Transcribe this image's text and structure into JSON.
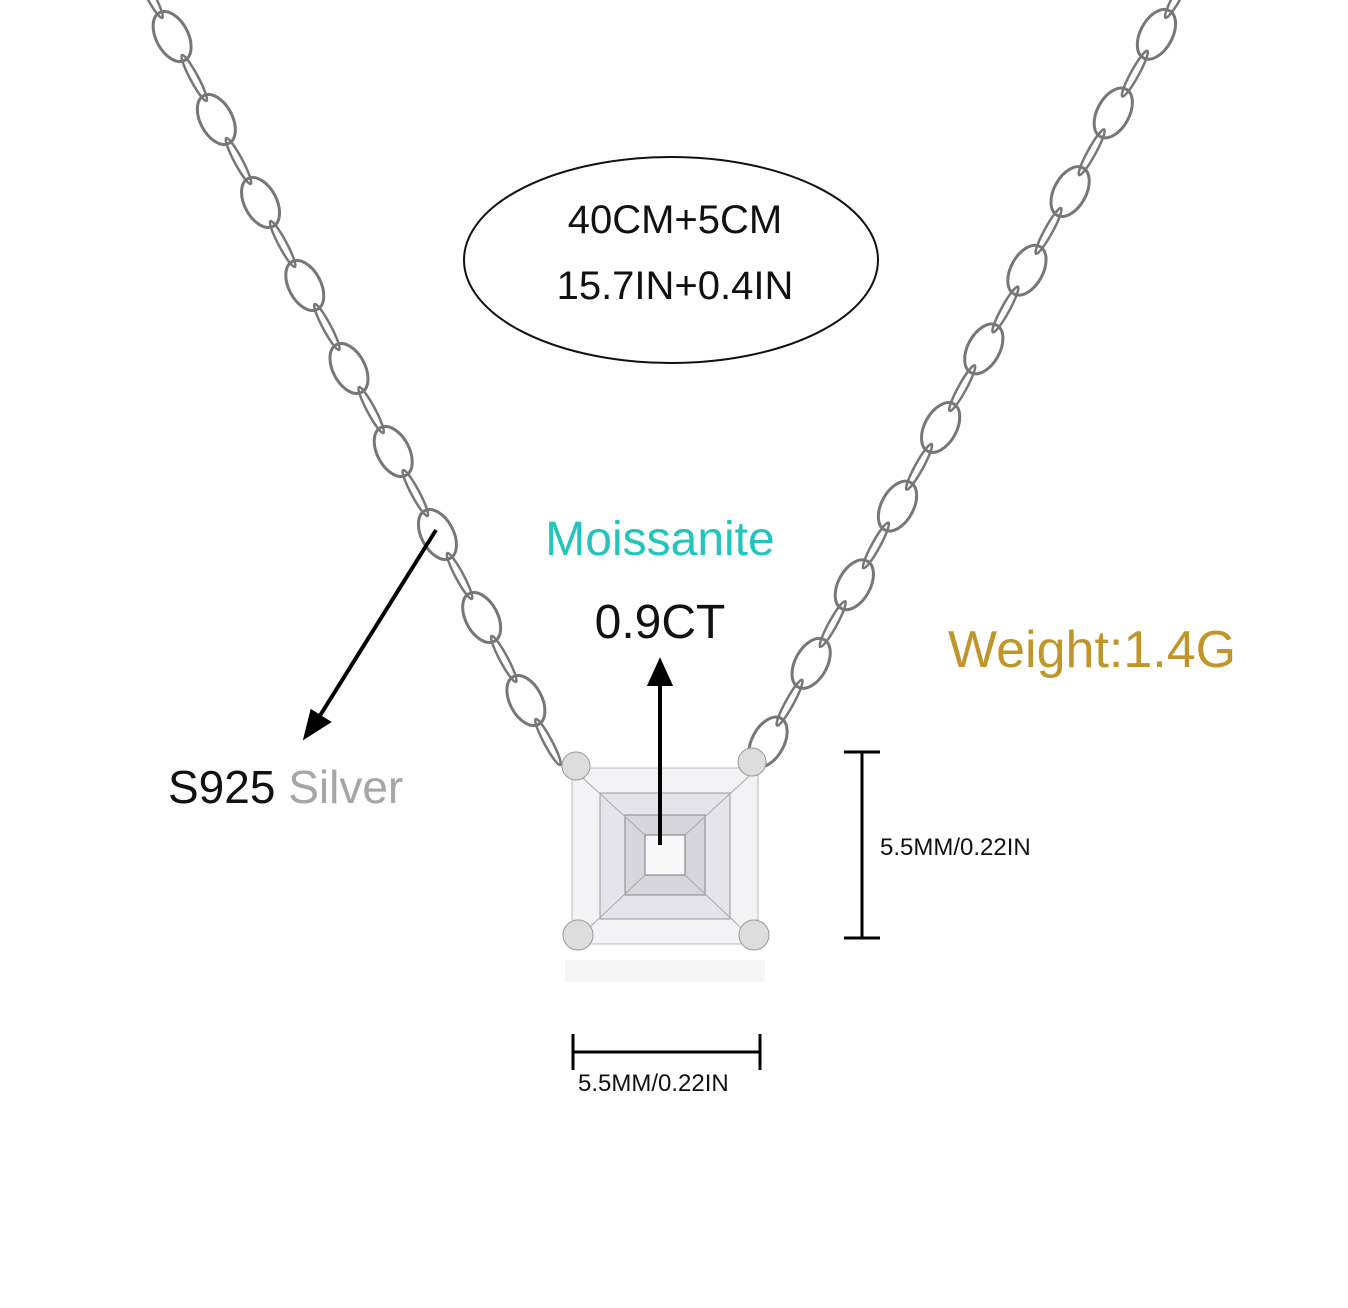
{
  "length": {
    "line1": "40CM+5CM",
    "line2": "15.7IN+0.4IN"
  },
  "stone": {
    "name": "Moissanite",
    "carat": "0.9CT",
    "color": "#22c4bd"
  },
  "weight": {
    "label": "Weight:1.4G",
    "color": "#c0962a"
  },
  "metal": {
    "code": "S925",
    "name": "Silver",
    "name_color": "#a6a6a6"
  },
  "dimensions": {
    "height": "5.5MM/0.22IN",
    "width": "5.5MM/0.22IN"
  }
}
